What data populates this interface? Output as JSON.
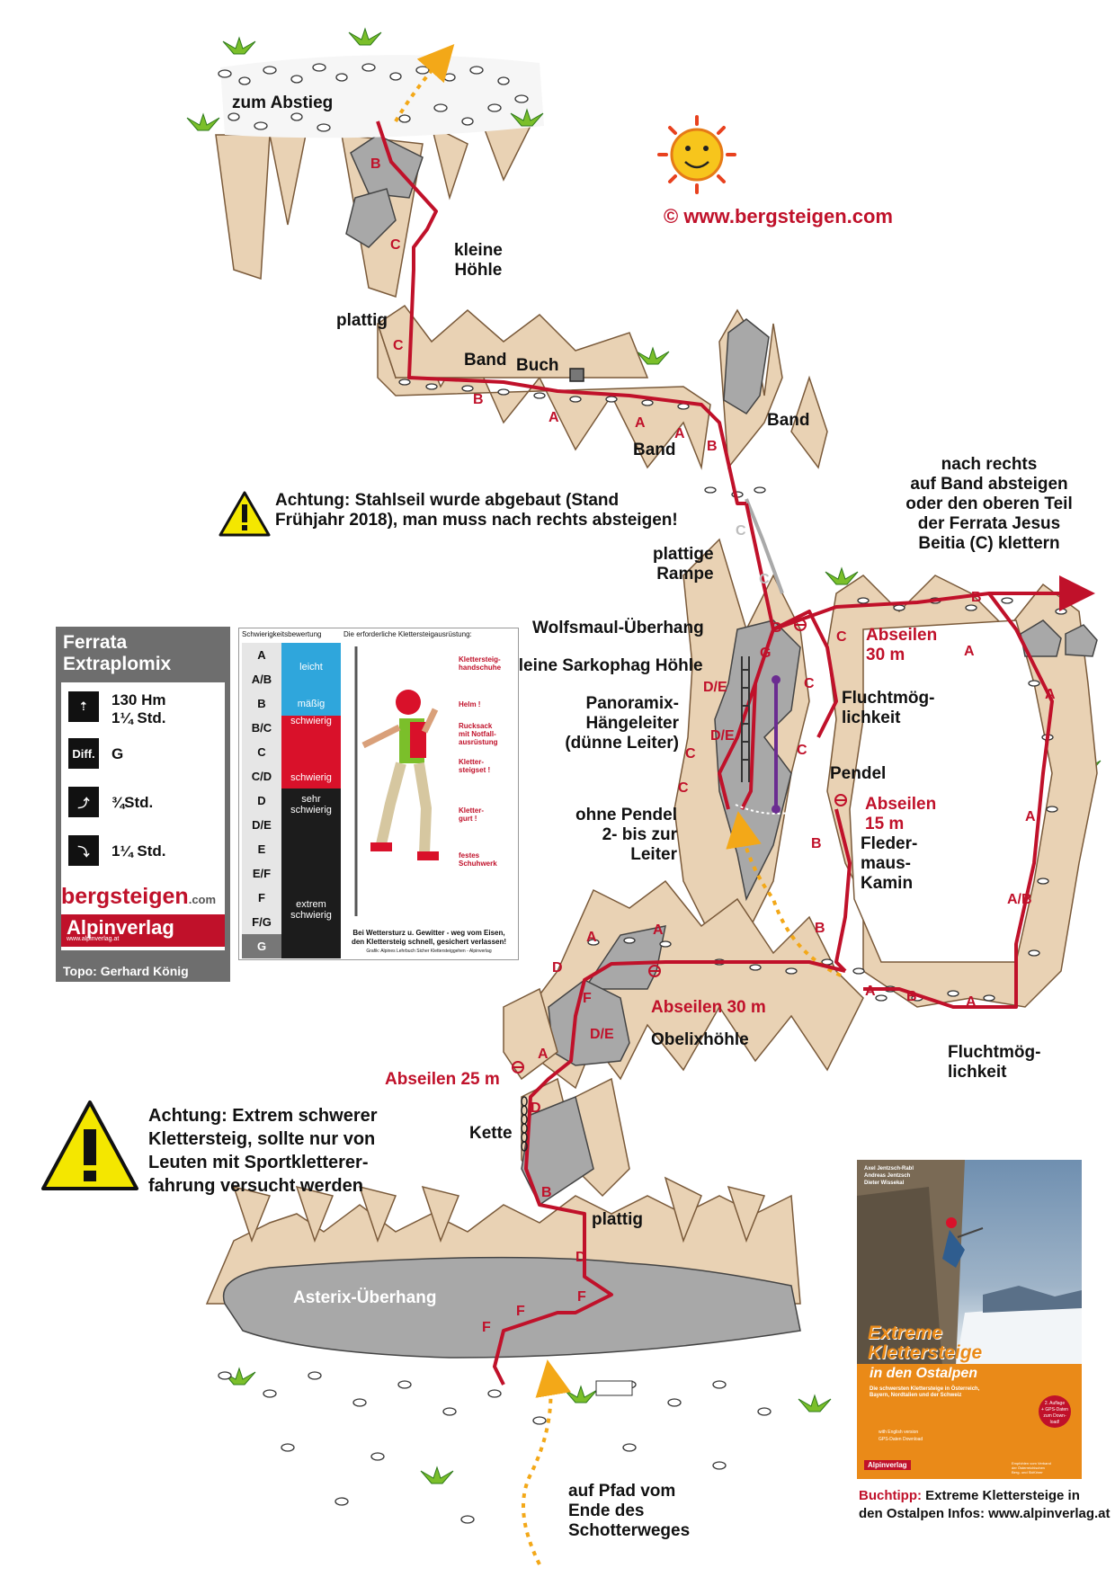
{
  "copyright": "©  www.bergsteigen.com",
  "labels": {
    "zum_abstieg": "zum Abstieg",
    "kleine_hoehle": "kleine\nHöhle",
    "plattig_top": "plattig",
    "band_1": "Band",
    "buch": "Buch",
    "band_2": "Band",
    "band_3": "Band",
    "plattige_rampe": "plattige\nRampe",
    "nach_rechts": "nach rechts\nauf Band absteigen\noder den oberen Teil\nder Ferrata Jesus\nBeitia (C) klettern",
    "wolfsmaul": "Wolfsmaul-Überhang",
    "sarkophag": "Kleine Sarkophag Höhle",
    "panoramix": "Panoramix-\nHängeleiter\n(dünne Leiter)",
    "ohne_pendel": "ohne Pendel\n2- bis zur\nLeiter",
    "abseilen_30_top": "Abseilen\n30 m",
    "fluchtmoeglichkeit_1": "Fluchtmög-\nlichkeit",
    "pendel": "Pendel",
    "abseilen_15": "Abseilen\n15 m",
    "fledermaus": "Fleder-\nmaus-\nKamin",
    "abseilen_30_mid": "Abseilen 30 m",
    "obelixhoehle": "Obelixhöhle",
    "fluchtmoeglichkeit_2": "Fluchtmög-\nlichkeit",
    "abseilen_25": "Abseilen 25 m",
    "kette": "Kette",
    "plattig_bottom": "plattig",
    "asterix": "Asterix-Überhang",
    "auf_pfad": "auf Pfad vom\nEnde des\nSchotterweges"
  },
  "warnings": {
    "stahlseil": "Achtung: Stahlseil wurde abgebaut (Stand\nFrühjahr 2018), man muss nach rechts absteigen!",
    "extrem": "Achtung: Extrem schwerer\nKlettersteig, sollte nur von\nLeuten mit Sportkletterer-\nfahrung versucht werden"
  },
  "grades": {
    "g01": "B",
    "g02": "C",
    "g03": "C",
    "g04": "B",
    "g05": "A",
    "g06": "A",
    "g07": "A",
    "g08": "B",
    "g09": "C",
    "g10": "C",
    "g11": "G",
    "g12": "G",
    "g13": "C",
    "g14": "C",
    "g15": "D/E",
    "g16": "D/E",
    "g17": "C",
    "g18": "C",
    "g19": "C",
    "g20": "B",
    "g21": "A",
    "g22": "A",
    "g23": "A",
    "g24": "A/B",
    "g25": "B",
    "g26": "B",
    "g27": "A",
    "g28": "A",
    "g29": "D",
    "g30": "F",
    "g31": "D/E",
    "g32": "A",
    "g33": "D",
    "g34": "B",
    "g35": "D",
    "g36": "F",
    "g37": "F",
    "g38": "F",
    "g39": "A",
    "g40": "B",
    "g41": "A"
  },
  "infobox": {
    "title": "Ferrata\nExtraplomix",
    "hm": "130 Hm\n1¼ Std.",
    "diff_label": "Diff.",
    "diff_value": "G",
    "approach": "¾Std.",
    "descent": "1¼ Std.",
    "brand_bergsteigen": "bergsteigen",
    "brand_com": ".com",
    "brand_alpinverlag": "Alpinverlag",
    "brand_alpinverlag_url": "www.alpinverlag.at",
    "credit": "Topo: Gerhard König"
  },
  "scale": {
    "header_left": "Schwierigkeitsbewertung",
    "header_right": "Die erforderliche Klettersteigausrüstung:",
    "grades": [
      "A",
      "A/B",
      "B",
      "B/C",
      "C",
      "C/D",
      "D",
      "D/E",
      "E",
      "E/F",
      "F",
      "F/G",
      "G"
    ],
    "band_leicht": "leicht",
    "band_maessig": "mäßig",
    "band_schwierig_1": "schwierig",
    "band_schwierig_2": "schwierig",
    "band_sehr": "sehr\nschwierig",
    "band_extrem": "extrem\nschwierig",
    "colors": {
      "leicht": "#2fa6dc",
      "schwierig": "#d9112a",
      "black": "#1c1c1c"
    },
    "eq_handschuhe": "Klettersteig-\nhandschuhe",
    "eq_helm": "Helm !",
    "eq_rucksack": "Rucksack\nmit Notfall-\nausrüstung",
    "eq_set": "Kletter-\nsteigset !",
    "eq_gurt": "Kletter-\ngurt !",
    "eq_schuhwerk": "festes\nSchuhwerk",
    "footer": "Bei Wettersturz u. Gewitter - weg vom Eisen,\nden Klettersteig schnell, gesichert verlassen!",
    "source": "Grafik: Alpines Lehrbuch Sicher Klettersteiggehen - Alpinverlag"
  },
  "book": {
    "authors": "Axel Jentzsch-Rabl\nAndreas Jentzsch\nDieter Wissekal",
    "title_1": "Extreme\nKlettersteige",
    "title_2": "in den Ostalpen",
    "subtitle": "Die schwersten Klettersteige in Österreich,\nBayern, Nordtalien und der Schweiz",
    "english": "with English version",
    "gps": "GPS-Daten Download",
    "edition": "2. Auflage\n+ GPS-Daten\nzum Down-\nload!",
    "publisher": "Alpinverlag",
    "recommendation": "Empfohlen vom Verband\nder Österreichischen\nBerg- und Skiführer",
    "tip_label": "Buchtipp:",
    "tip_text": " Extreme Klettersteige in\nden Ostalpen Infos: www.alpinverlag.at"
  },
  "colors": {
    "route": "#c0112a",
    "rock": "#b0b0b0",
    "cliff": "#e9d2b4",
    "path": "#f3a818",
    "pendulum": "#6b2c91",
    "old_route": "#a9a9a9"
  }
}
